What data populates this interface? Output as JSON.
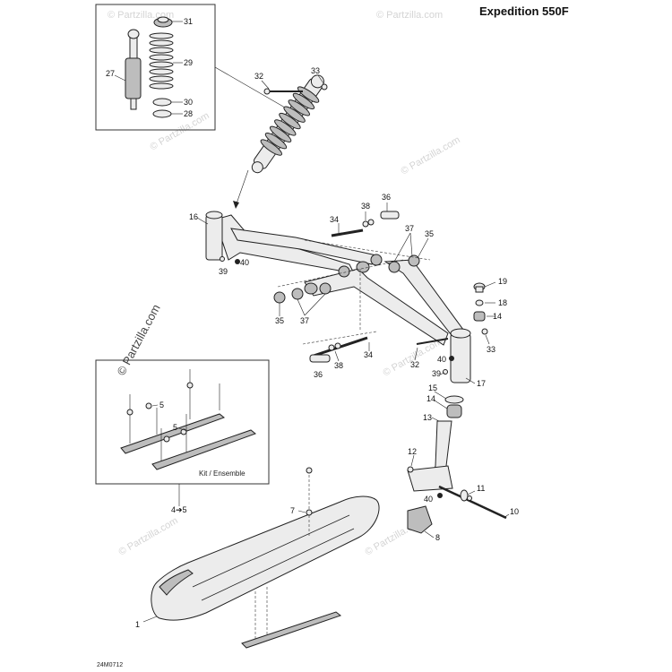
{
  "title": "Expedition 550F",
  "drawing_code": "24M0712",
  "kit_label": "Kit / Ensemble",
  "kit_ref": "4➔5",
  "watermark": "© Partzilla.com",
  "callouts": {
    "c1": "1",
    "c4": "4",
    "c5a": "5",
    "c5b": "5",
    "c7": "7",
    "c8": "8",
    "c10": "10",
    "c11": "11",
    "c12": "12",
    "c13": "13",
    "c14a": "14",
    "c14b": "14",
    "c15": "15",
    "c16": "16",
    "c17": "17",
    "c18": "18",
    "c19": "19",
    "c27": "27",
    "c28": "28",
    "c29": "29",
    "c30": "30",
    "c31": "31",
    "c32a": "32",
    "c32b": "32",
    "c33a": "33",
    "c33b": "33",
    "c34a": "34",
    "c34b": "34",
    "c35a": "35",
    "c35b": "35",
    "c36a": "36",
    "c36b": "36",
    "c37a": "37",
    "c37b": "37",
    "c38a": "38",
    "c38b": "38",
    "c39a": "39",
    "c39b": "39",
    "c40a": "40",
    "c40b": "40",
    "c40c": "40"
  }
}
